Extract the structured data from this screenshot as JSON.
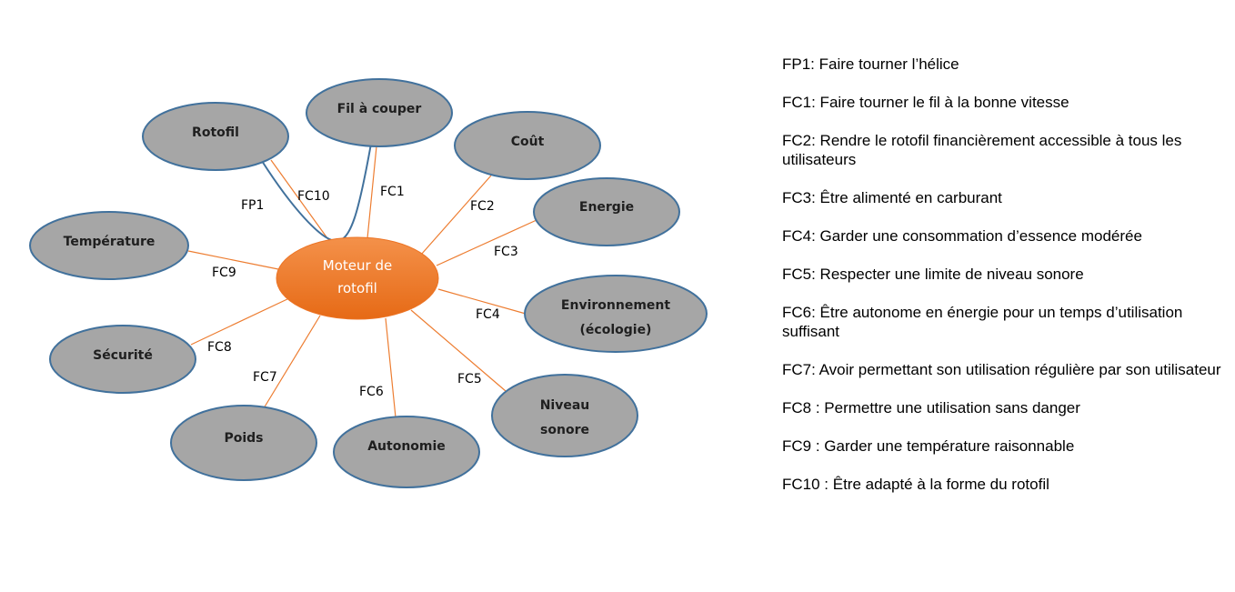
{
  "diagram": {
    "center": {
      "line1": "Moteur de",
      "line2": "rotofil",
      "color": "#f0741f"
    },
    "node_fill": "#a6a6a6",
    "node_stroke": "#41719c",
    "line_color": "#ed7d31",
    "curve_color": "#41719c",
    "nodes": {
      "rotofil": {
        "line1": "Rotofil"
      },
      "fil": {
        "line1": "Fil à couper"
      },
      "cout": {
        "line1": "Coût"
      },
      "energie": {
        "line1": "Energie"
      },
      "temperature": {
        "line1": "Température"
      },
      "environnement": {
        "line1": "Environnement",
        "line2": "(écologie)"
      },
      "securite": {
        "line1": "Sécurité"
      },
      "niveau": {
        "line1": "Niveau",
        "line2": "sonore"
      },
      "poids": {
        "line1": "Poids"
      },
      "autonomie": {
        "line1": "Autonomie"
      }
    },
    "labels": {
      "fp1": "FP1",
      "fc10": "FC10",
      "fc1": "FC1",
      "fc2": "FC2",
      "fc3": "FC3",
      "fc9": "FC9",
      "fc4": "FC4",
      "fc8": "FC8",
      "fc7": "FC7",
      "fc6": "FC6",
      "fc5": "FC5"
    }
  },
  "legend": [
    "FP1: Faire tourner l’hélice",
    "FC1: Faire tourner le fil à la bonne vitesse",
    "FC2: Rendre le rotofil financièrement accessible à tous les utilisateurs",
    "FC3: Être alimenté en carburant",
    "FC4: Garder une consommation d’essence modérée",
    "FC5: Respecter une limite de niveau sonore",
    "FC6: Être autonome en énergie pour un temps d’utilisation suffisant",
    "FC7: Avoir permettant son utilisation régulière par son utilisateur",
    "FC8 : Permettre une utilisation sans danger",
    "FC9 : Garder une température raisonnable",
    "FC10 : Être adapté à la forme du rotofil"
  ]
}
